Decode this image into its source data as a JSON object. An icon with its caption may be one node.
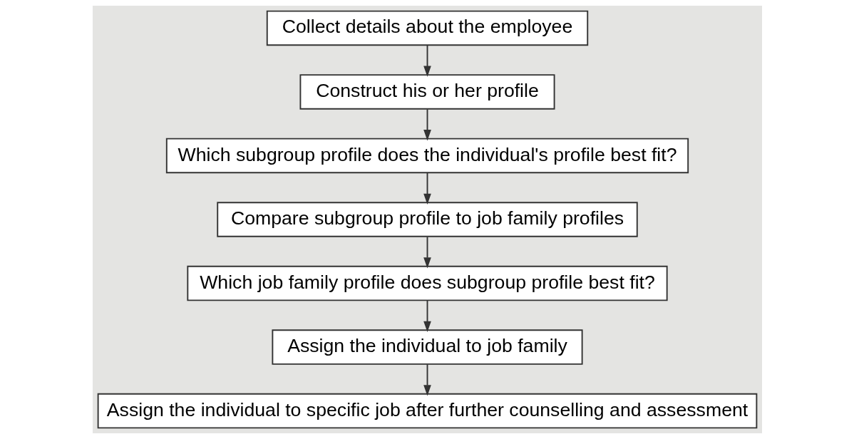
{
  "diagram": {
    "nodes": [
      {
        "text": [
          "Collect details about the employee"
        ]
      },
      {
        "text": [
          "Construct his or her profile"
        ]
      },
      {
        "text": [
          "Which subgroup profile does the individual's profile best fit?"
        ]
      },
      {
        "text": [
          "Compare subgroup profile to job family profiles"
        ]
      },
      {
        "text": [
          "Which job family profile does subgroup profile best fit?"
        ]
      },
      {
        "text": [
          "Assign the individual to job family"
        ]
      },
      {
        "text": [
          "Assign the individual to specific job after further counselling and assessment"
        ]
      }
    ],
    "edges": [
      {
        "from": 0,
        "to": 1,
        "arrow": "to"
      },
      {
        "from": 1,
        "to": 2,
        "arrow": "to"
      },
      {
        "from": 2,
        "to": 3,
        "arrow": "to"
      },
      {
        "from": 3,
        "to": 4,
        "arrow": "to"
      },
      {
        "from": 4,
        "to": 5,
        "arrow": "to"
      },
      {
        "from": 5,
        "to": 6,
        "arrow": "to"
      }
    ]
  }
}
